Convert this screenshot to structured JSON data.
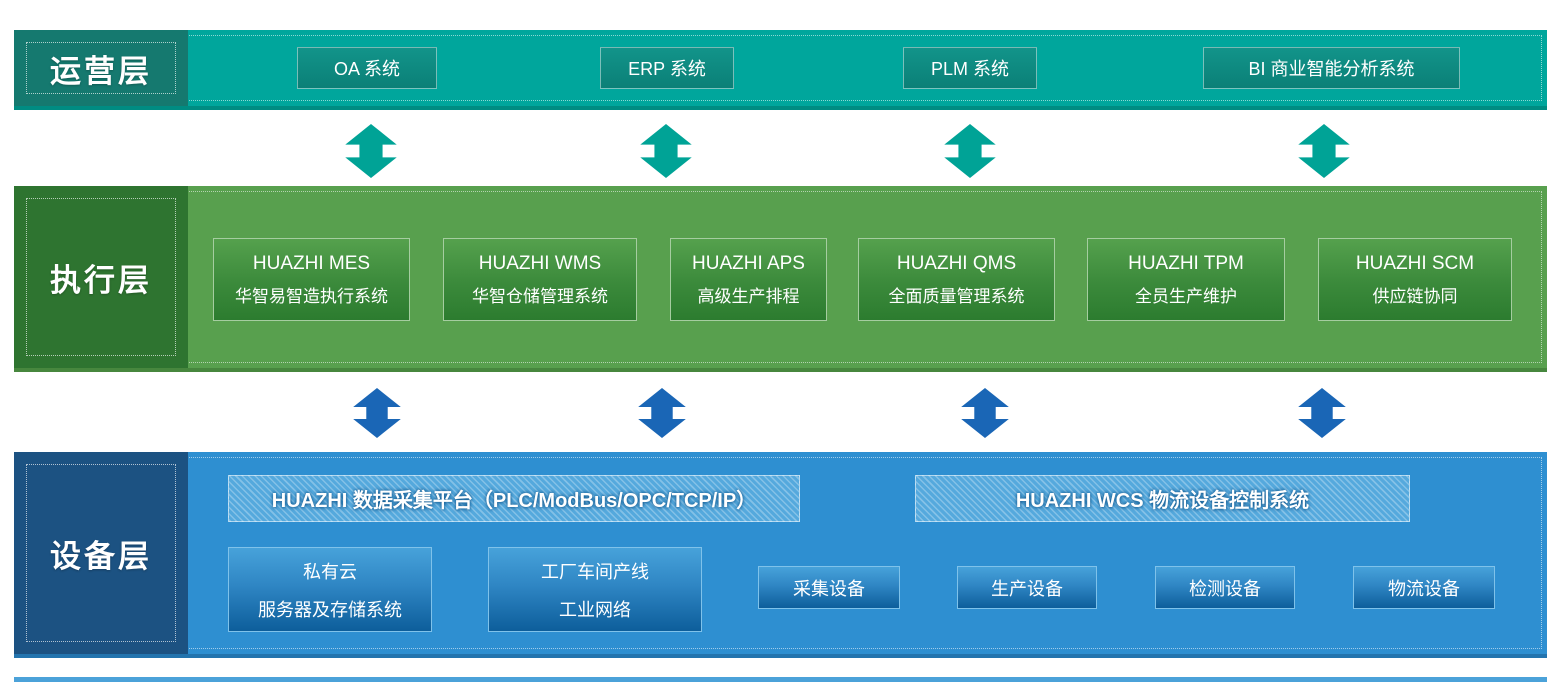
{
  "layers": {
    "operations": {
      "label": "运营层",
      "systems": [
        {
          "label": "OA 系统"
        },
        {
          "label": "ERP 系统"
        },
        {
          "label": "PLM 系统"
        },
        {
          "label": "BI 商业智能分析系统"
        }
      ]
    },
    "execution": {
      "label": "执行层",
      "systems": [
        {
          "title": "HUAZHI MES",
          "subtitle": "华智易智造执行系统"
        },
        {
          "title": "HUAZHI WMS",
          "subtitle": "华智仓储管理系统"
        },
        {
          "title": "HUAZHI APS",
          "subtitle": "高级生产排程"
        },
        {
          "title": "HUAZHI QMS",
          "subtitle": "全面质量管理系统"
        },
        {
          "title": "HUAZHI TPM",
          "subtitle": "全员生产维护"
        },
        {
          "title": "HUAZHI SCM",
          "subtitle": "供应链协同"
        }
      ]
    },
    "device": {
      "label": "设备层",
      "platforms": [
        {
          "label": "HUAZHI 数据采集平台（PLC/ModBus/OPC/TCP/IP）"
        },
        {
          "label": "HUAZHI WCS 物流设备控制系统"
        }
      ],
      "infrastructure": [
        {
          "line1": "私有云",
          "line2": "服务器及存储系统"
        },
        {
          "line1": "工厂车间产线",
          "line2": "工业网络"
        }
      ],
      "devices": [
        {
          "label": "采集设备"
        },
        {
          "label": "生产设备"
        },
        {
          "label": "检测设备"
        },
        {
          "label": "物流设备"
        }
      ]
    }
  },
  "colors": {
    "operations_band": "#00A69C",
    "operations_label_bg": "#15796F",
    "operations_box_bg": "#0E8A80",
    "operations_arrow": "#00A396",
    "execution_band": "#58A04E",
    "execution_label_bg": "#2E7430",
    "execution_box_top": "#55A14D",
    "execution_box_bottom": "#2C7C2F",
    "device_band": "#2E8FD1",
    "device_label_bg": "#1C5282",
    "device_box_top": "#47A2DA",
    "device_box_bottom": "#0D5E9B",
    "device_arrow": "#1A66B6"
  }
}
